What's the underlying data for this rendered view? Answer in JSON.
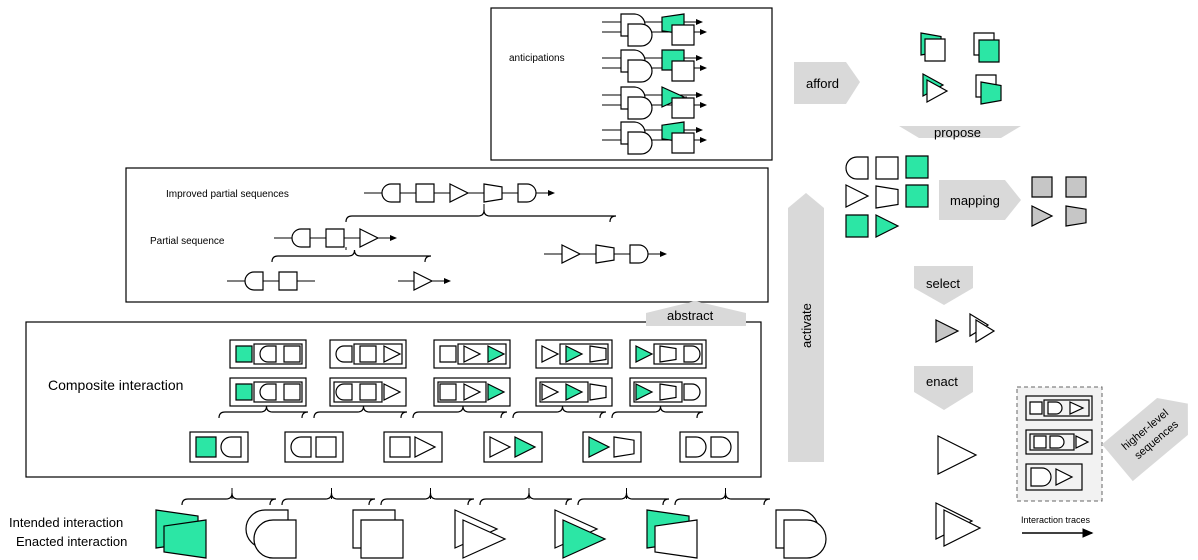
{
  "colors": {
    "green": "#2ce6a5",
    "gray": "#c6c6c6",
    "arrow": "#d9d9d9",
    "stroke": "#000000"
  },
  "labels": {
    "anticipations": "anticipations",
    "improved_partial_sequences": "Improved partial sequences",
    "partial_sequence": "Partial sequence",
    "composite_interaction": "Composite interaction",
    "intended_interaction": "Intended interaction",
    "enacted_interaction": "Enacted interaction",
    "interaction_traces": "Interaction traces"
  },
  "arrows": {
    "afford": "afford",
    "propose": "propose",
    "mapping": "mapping",
    "select": "select",
    "enact": "enact",
    "activate": "activate",
    "abstract": "abstract",
    "higher_level_1": "higher-level",
    "higher_level_2": "sequences"
  },
  "icons": [
    "and-gate-shape",
    "square-shape",
    "triangle-shape",
    "trapezoid-shape",
    "half-round-shape"
  ]
}
